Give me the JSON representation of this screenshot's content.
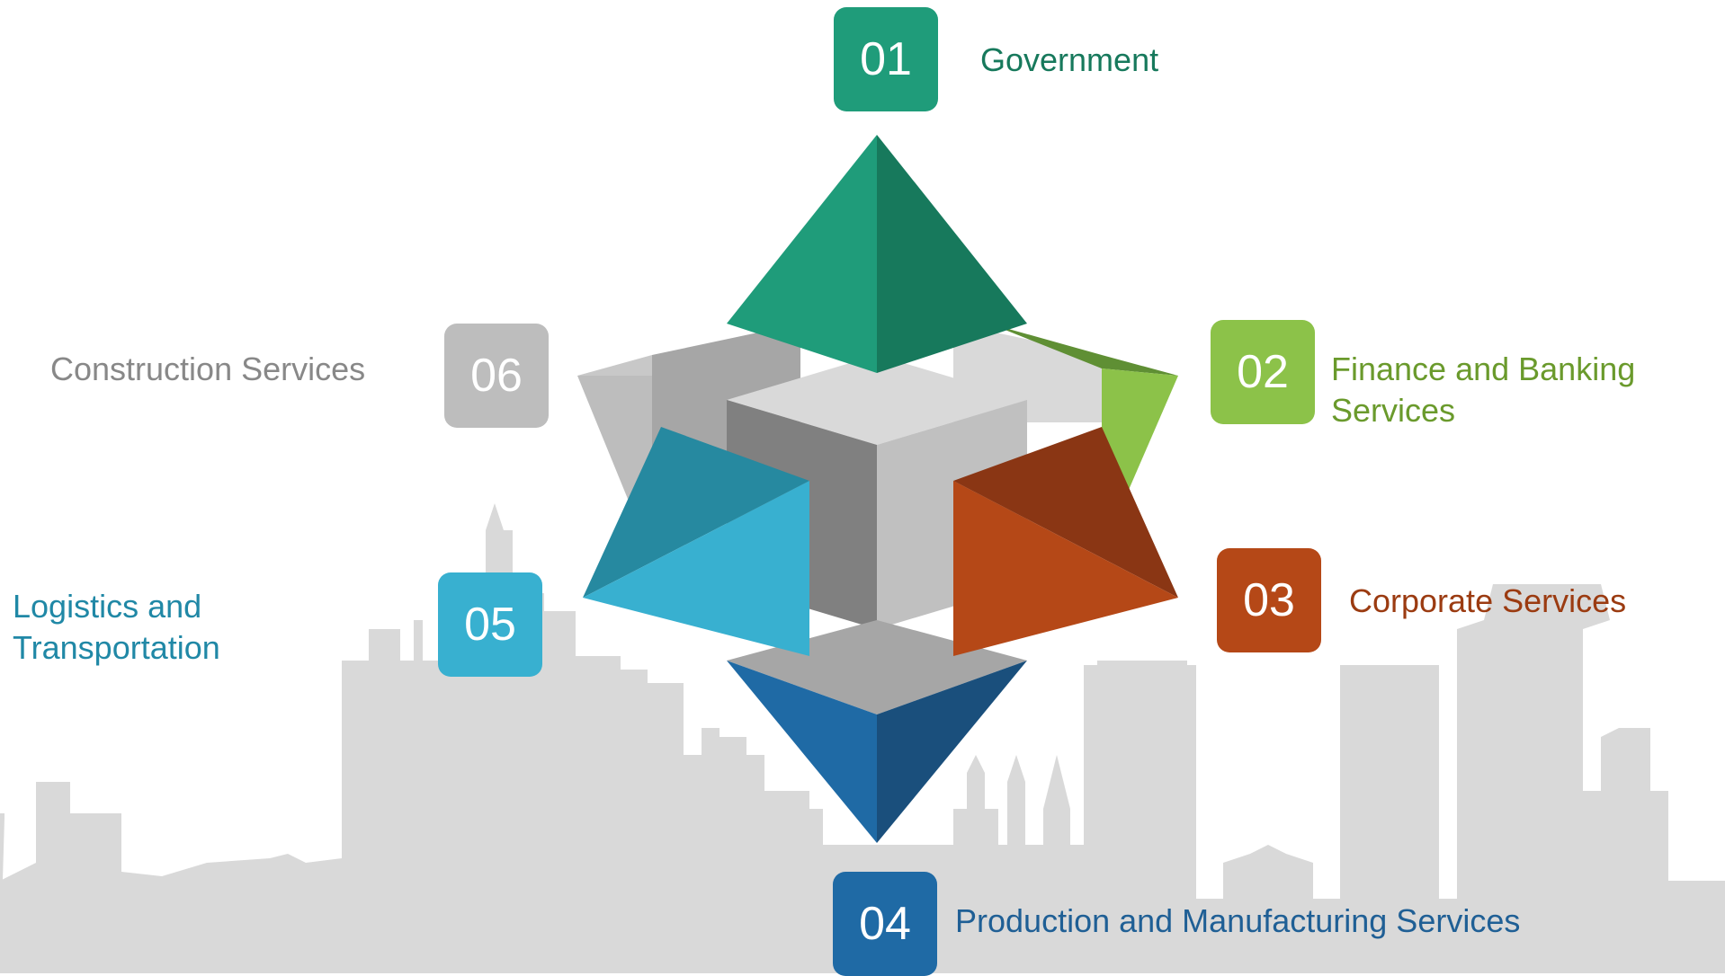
{
  "colors": {
    "skyline": "#d9d9d9",
    "gov_dark": "#17795c",
    "gov_light": "#1f9c7a",
    "finance": "#8cc249",
    "finance_dark": "#5f8f34",
    "corporate": "#b54817",
    "corporate_dark": "#8a3614",
    "production": "#1f6aa5",
    "production_dark": "#1a4f7c",
    "logistics": "#38b0d0",
    "logistics_dark": "#2689a0",
    "construction": "#bdbdbd",
    "construction_dark": "#a6a6a6",
    "gov_text": "#17795c",
    "finance_text": "#6a9a2c",
    "corporate_text": "#9b3b11",
    "production_text": "#1f5f95",
    "logistics_text": "#2088a6",
    "construction_text": "#888888"
  },
  "items": [
    {
      "number": "01",
      "label": "Government"
    },
    {
      "number": "02",
      "label_line1": "Finance and Banking",
      "label_line2": "Services"
    },
    {
      "number": "03",
      "label": "Corporate Services"
    },
    {
      "number": "04",
      "label": "Production and Manufacturing Services"
    },
    {
      "number": "05",
      "label_line1": "Logistics and",
      "label_line2": "Transportation"
    },
    {
      "number": "06",
      "label": "Construction Services"
    }
  ]
}
